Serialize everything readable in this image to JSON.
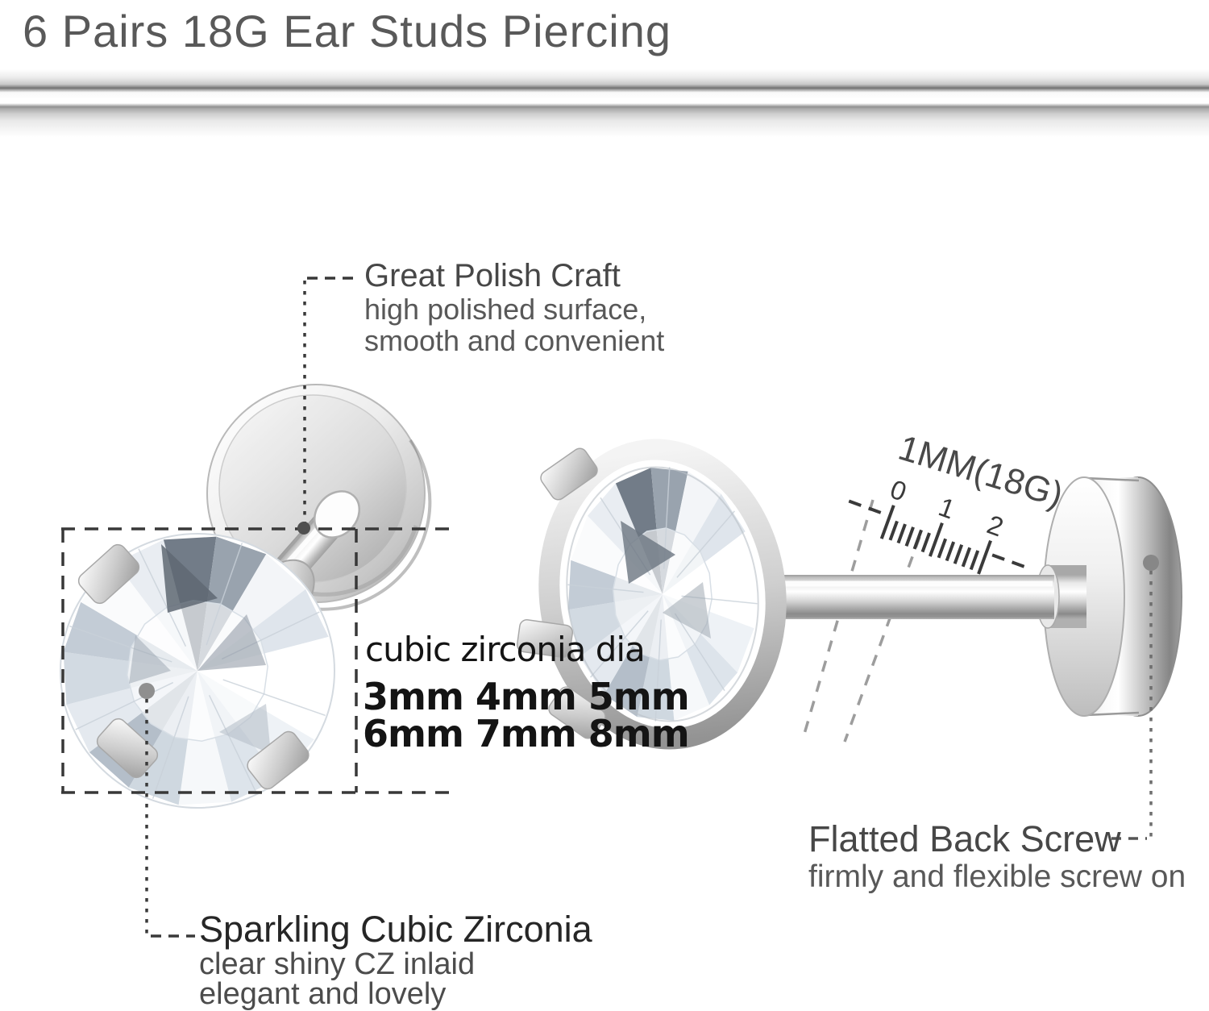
{
  "title": "6 Pairs 18G  Ear Studs Piercing",
  "callouts": {
    "polish": {
      "title": "Great Polish Craft",
      "line1": "high polished surface,",
      "line2": "smooth and convenient"
    },
    "cz_diameter": {
      "label": "cubic zirconia dia",
      "row1": "3mm 4mm 5mm",
      "row2": "6mm 7mm 8mm"
    },
    "gauge": {
      "label": "1MM(18G)",
      "ruler_ticks": [
        "0",
        "1",
        "2"
      ]
    },
    "back_screw": {
      "title": "Flatted Back Screw",
      "line1": "firmly and flexible screw on"
    },
    "sparkling": {
      "title": "Sparkling Cubic Zirconia",
      "line1": "clear shiny CZ inlaid",
      "line2": "elegant and lovely"
    }
  },
  "colors": {
    "title_text": "#595959",
    "callout_title": "#474747",
    "callout_body": "#585858",
    "dark_text": "#262626",
    "black_text": "#141414",
    "line_dark": "#383838",
    "line_gray": "#9d9d9d",
    "dot_gray": "#8f8f8f",
    "metal_light": "#f5f5f5",
    "metal_dark": "#8c8c8c"
  }
}
